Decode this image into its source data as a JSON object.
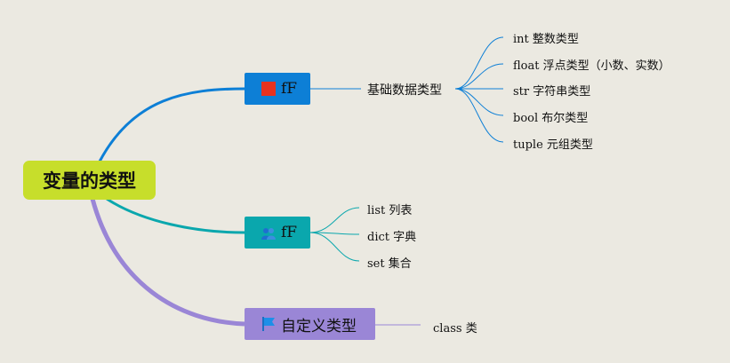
{
  "root": {
    "label": "变量的类型"
  },
  "branches": [
    {
      "label": "fF",
      "icon": "red-square-icon",
      "color": "#0d7fd6",
      "sub": "基础数据类型",
      "leaves": [
        {
          "en": "int",
          "cn": "整数类型"
        },
        {
          "en": "float",
          "cn": "浮点类型（小数、实数）"
        },
        {
          "en": "str",
          "cn": "字符串类型"
        },
        {
          "en": "bool",
          "cn": "布尔类型"
        },
        {
          "en": "tuple",
          "cn": "元组类型"
        }
      ]
    },
    {
      "label": "fF",
      "icon": "people-icon",
      "color": "#0aa7ad",
      "leaves": [
        {
          "en": "list",
          "cn": "列表"
        },
        {
          "en": "dict",
          "cn": "字典"
        },
        {
          "en": "set",
          "cn": "集合"
        }
      ]
    },
    {
      "label": "自定义类型",
      "icon": "flag-icon",
      "color": "#9a86d6",
      "leaves": [
        {
          "en": "class",
          "cn": "类"
        }
      ]
    }
  ]
}
